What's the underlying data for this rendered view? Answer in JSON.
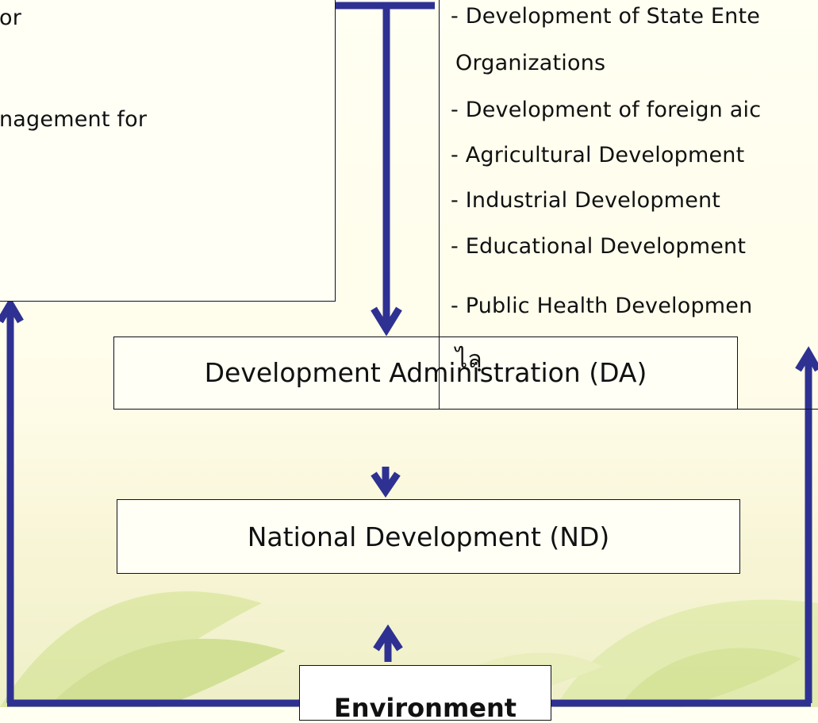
{
  "left_box": {
    "lines": [
      "or",
      "nagement for"
    ]
  },
  "right_box": {
    "items": [
      "- Development of State Ente",
      "Organizations",
      "- Development of foreign aic",
      "- Agricultural Development",
      "- Industrial Development",
      "- Educational Development",
      "- Public Health Developmen"
    ],
    "overlay_glyph": "ไลฺ"
  },
  "da_box": {
    "label": "Development  Administration (DA)"
  },
  "nd_box": {
    "label": "National Development (ND)"
  },
  "env_box": {
    "label": "Environment"
  },
  "colors": {
    "arrow": "#2e3192",
    "border": "#111111",
    "box_fill": "#fffff6"
  }
}
